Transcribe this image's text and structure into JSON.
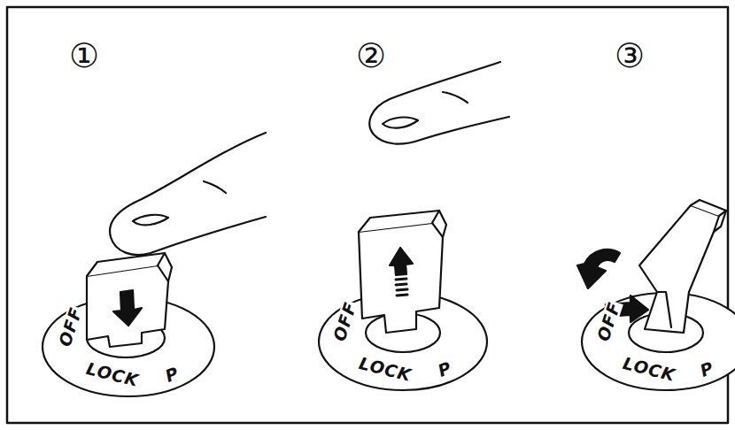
{
  "diagram": {
    "labels": [
      "①",
      "OFF",
      "LOCK",
      "P",
      "②",
      "OFF",
      "LOCK",
      "P",
      "③",
      "OFF",
      "LOCK",
      "P"
    ]
  }
}
